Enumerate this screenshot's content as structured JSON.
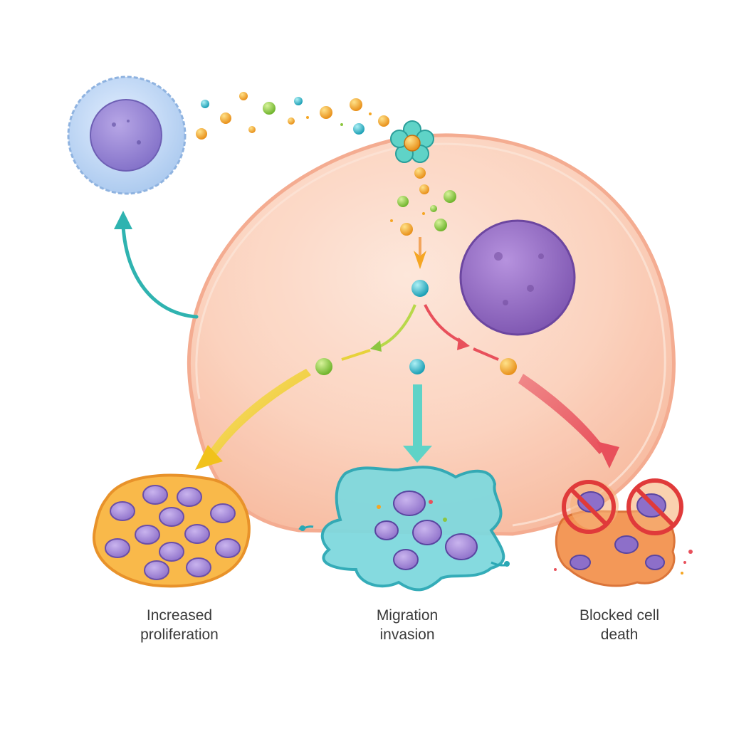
{
  "outcomes": [
    {
      "id": "proliferation",
      "line1": "Increased",
      "line2": "proliferation",
      "color": "#f4c430"
    },
    {
      "id": "migration",
      "line1": "Migration",
      "line2": "invasion",
      "color": "#3ec4c4"
    },
    {
      "id": "cell-death",
      "line1": "Blocked cell",
      "line2": "death",
      "color": "#e8505b"
    }
  ],
  "colors": {
    "host_cell_fill": "#fbd3c0",
    "host_cell_edge": "#f2a58a",
    "nucleus": "#9a72c8",
    "signaling_cell": "#bcd6f2",
    "receptor": "#5fd3c7",
    "feedback_arrow": "#2fb3b0",
    "molecule_orange": "#f5a623",
    "molecule_green": "#8cc63f",
    "molecule_teal": "#3bb8c8"
  },
  "icons": {
    "receptor": "flower-receptor-icon",
    "blocked": "prohibition-icon"
  }
}
